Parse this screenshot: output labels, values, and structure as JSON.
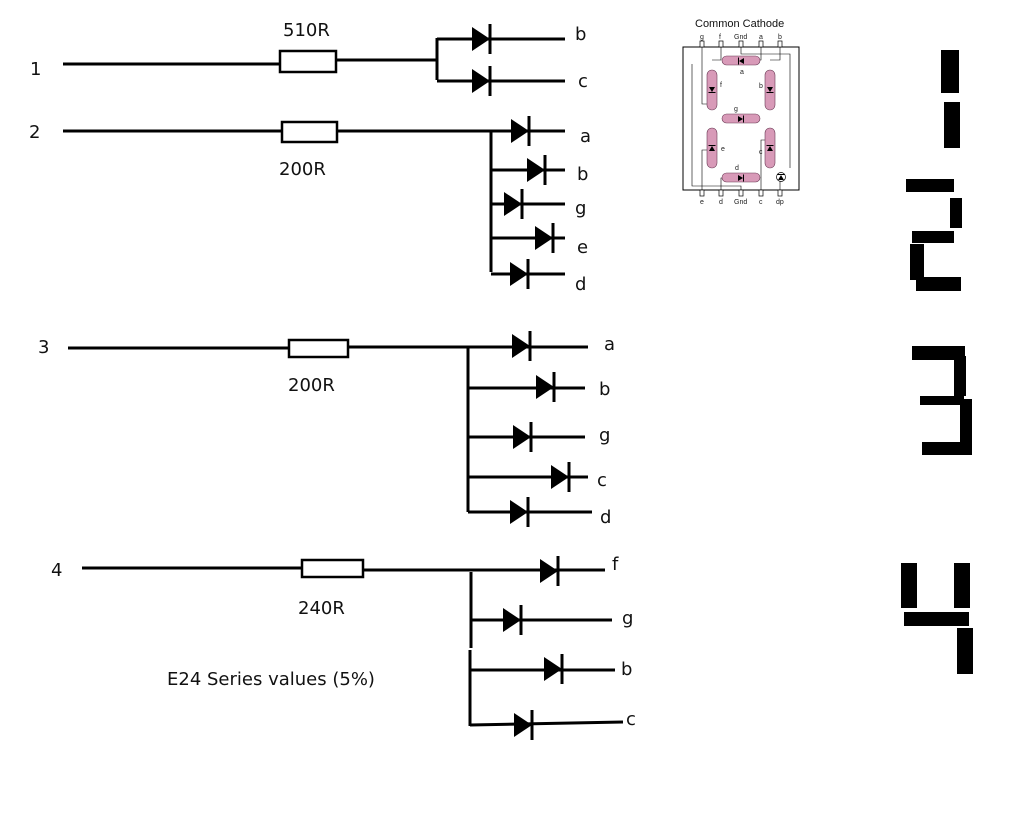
{
  "circuits": [
    {
      "number": "1",
      "resistor": "510R",
      "outputs": [
        "b",
        "c"
      ]
    },
    {
      "number": "2",
      "resistor": "200R",
      "outputs": [
        "a",
        "b",
        "g",
        "e",
        "d"
      ]
    },
    {
      "number": "3",
      "resistor": "200R",
      "outputs": [
        "a",
        "b",
        "g",
        "c",
        "d"
      ]
    },
    {
      "number": "4",
      "resistor": "240R",
      "outputs": [
        "f",
        "g",
        "b",
        "c"
      ]
    }
  ],
  "note": "E24 Series values (5%)",
  "pinout": {
    "title": "Common Cathode",
    "top_pins": [
      "g",
      "f",
      "Gnd",
      "a",
      "b"
    ],
    "bottom_pins": [
      "e",
      "d",
      "Gnd",
      "c",
      "dp"
    ],
    "segment_labels": [
      "a",
      "b",
      "c",
      "d",
      "e",
      "f",
      "g"
    ],
    "segment_color": "#d89ab8"
  },
  "digits": [
    "1",
    "2",
    "3",
    "4"
  ]
}
